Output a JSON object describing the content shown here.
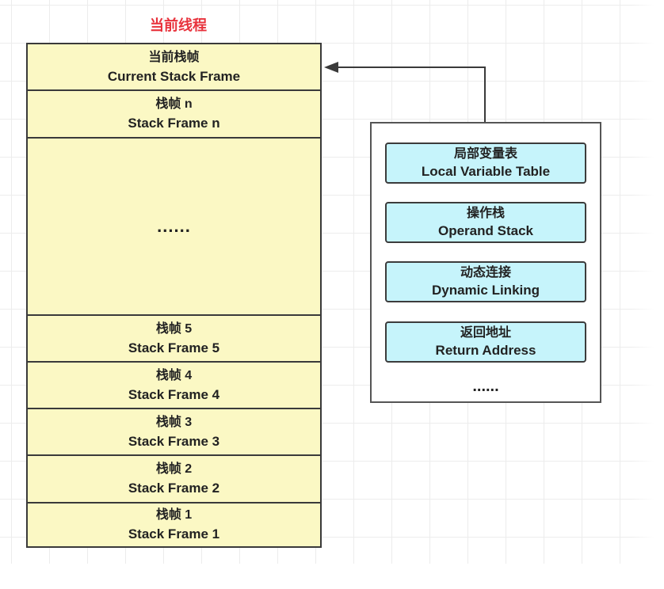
{
  "thread_title": "当前线程",
  "frames": [
    {
      "zh": "当前栈帧",
      "en": "Current Stack Frame"
    },
    {
      "zh": "栈帧 n",
      "en": "Stack Frame n"
    },
    {
      "ellipsis": "......"
    },
    {
      "zh": "栈帧 5",
      "en": "Stack Frame 5"
    },
    {
      "zh": "栈帧 4",
      "en": "Stack Frame 4"
    },
    {
      "zh": "栈帧 3",
      "en": "Stack Frame 3"
    },
    {
      "zh": "栈帧 2",
      "en": "Stack Frame 2"
    },
    {
      "zh": "栈帧 1",
      "en": "Stack Frame 1"
    }
  ],
  "frame_detail": {
    "items": [
      {
        "zh": "局部变量表",
        "en": "Local Variable Table"
      },
      {
        "zh": "操作栈",
        "en": "Operand Stack"
      },
      {
        "zh": "动态连接",
        "en": "Dynamic Linking"
      },
      {
        "zh": "返回地址",
        "en": "Return Address"
      }
    ],
    "ellipsis": "......"
  },
  "colors": {
    "frame_fill": "#fbf8c4",
    "detail_fill": "#c6f4fb",
    "title": "#e8323c",
    "border": "#3a3a3a"
  }
}
